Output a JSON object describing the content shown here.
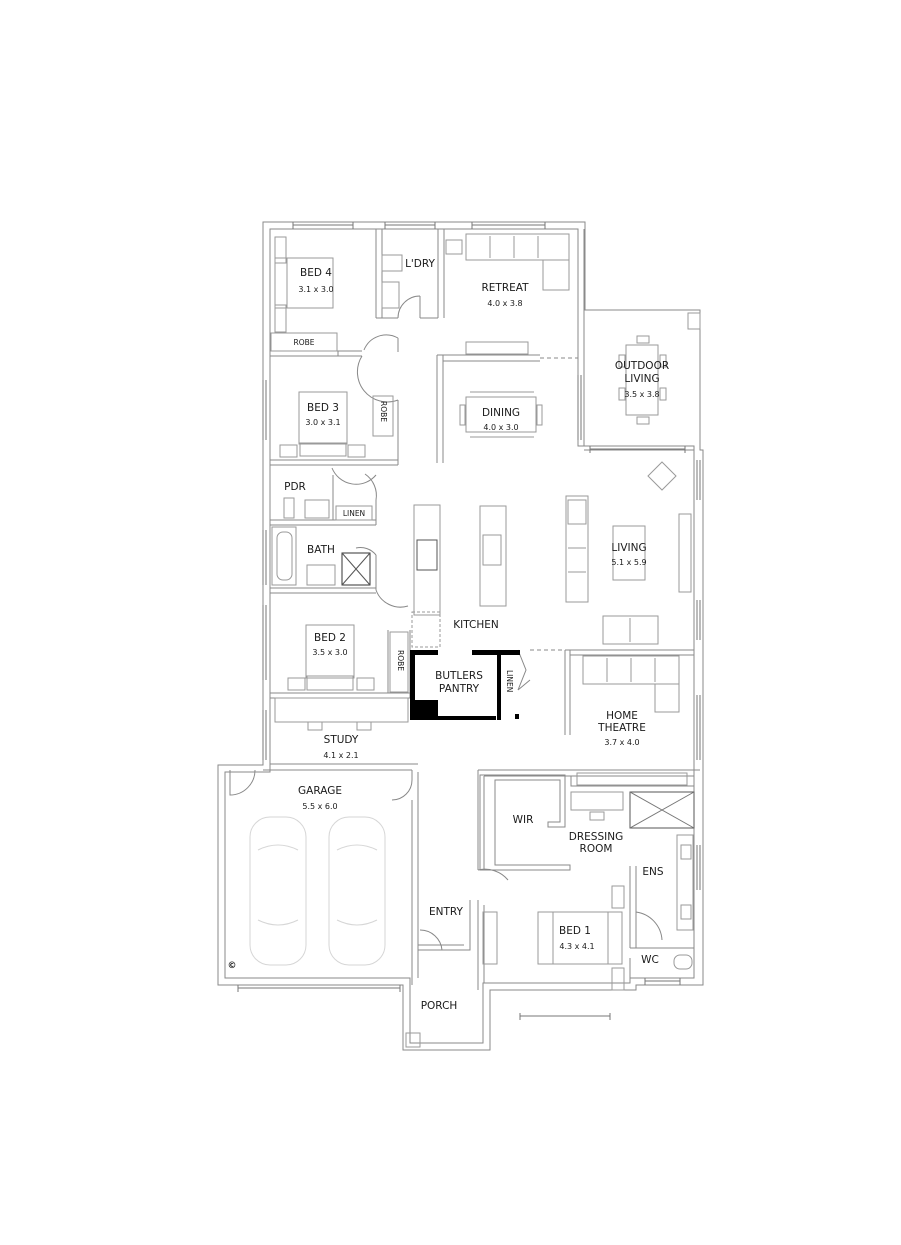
{
  "plan": {
    "rooms": {
      "bed4": {
        "name": "BED 4",
        "size": "3.1 x 3.0"
      },
      "laundry": {
        "name": "L'DRY"
      },
      "retreat": {
        "name": "RETREAT",
        "size": "4.0 x 3.8"
      },
      "outdoor_living": {
        "name_line1": "OUTDOOR",
        "name_line2": "LIVING",
        "size": "3.5 x 3.8"
      },
      "bed4_robe": {
        "name": "ROBE"
      },
      "bed3": {
        "name": "BED 3",
        "size": "3.0 x 3.1"
      },
      "bed3_robe": {
        "name": "ROBE"
      },
      "dining": {
        "name": "DINING",
        "size": "4.0 x 3.0"
      },
      "pdr": {
        "name": "PDR"
      },
      "linen_hall": {
        "name": "LINEN"
      },
      "bath": {
        "name": "BATH"
      },
      "living": {
        "name": "LIVING",
        "size": "5.1 x 5.9"
      },
      "kitchen": {
        "name": "KITCHEN"
      },
      "bed2": {
        "name": "BED 2",
        "size": "3.5 x 3.0"
      },
      "bed2_robe": {
        "name": "ROBE"
      },
      "butlers_pantry": {
        "name_line1": "BUTLERS",
        "name_line2": "PANTRY"
      },
      "linen_pantry": {
        "name": "LINEN"
      },
      "home_theatre": {
        "name_line1": "HOME",
        "name_line2": "THEATRE",
        "size": "3.7 x 4.0"
      },
      "study": {
        "name": "STUDY",
        "size": "4.1 x 2.1"
      },
      "garage": {
        "name": "GARAGE",
        "size": "5.5 x 6.0"
      },
      "wir": {
        "name": "WIR"
      },
      "dressing_room": {
        "name_line1": "DRESSING",
        "name_line2": "ROOM"
      },
      "ensuite": {
        "name": "ENS"
      },
      "entry": {
        "name": "ENTRY"
      },
      "bed1": {
        "name": "BED 1",
        "size": "4.3 x 4.1"
      },
      "wc": {
        "name": "WC"
      },
      "porch": {
        "name": "PORCH"
      }
    },
    "symbols": {
      "copyright": "©"
    },
    "colors": {
      "wall": "#8a8a8a",
      "furniture": "#9a9a9a",
      "pantry_wall": "#000000",
      "car": "#d6d6d6",
      "text": "#1a1a1a"
    }
  }
}
